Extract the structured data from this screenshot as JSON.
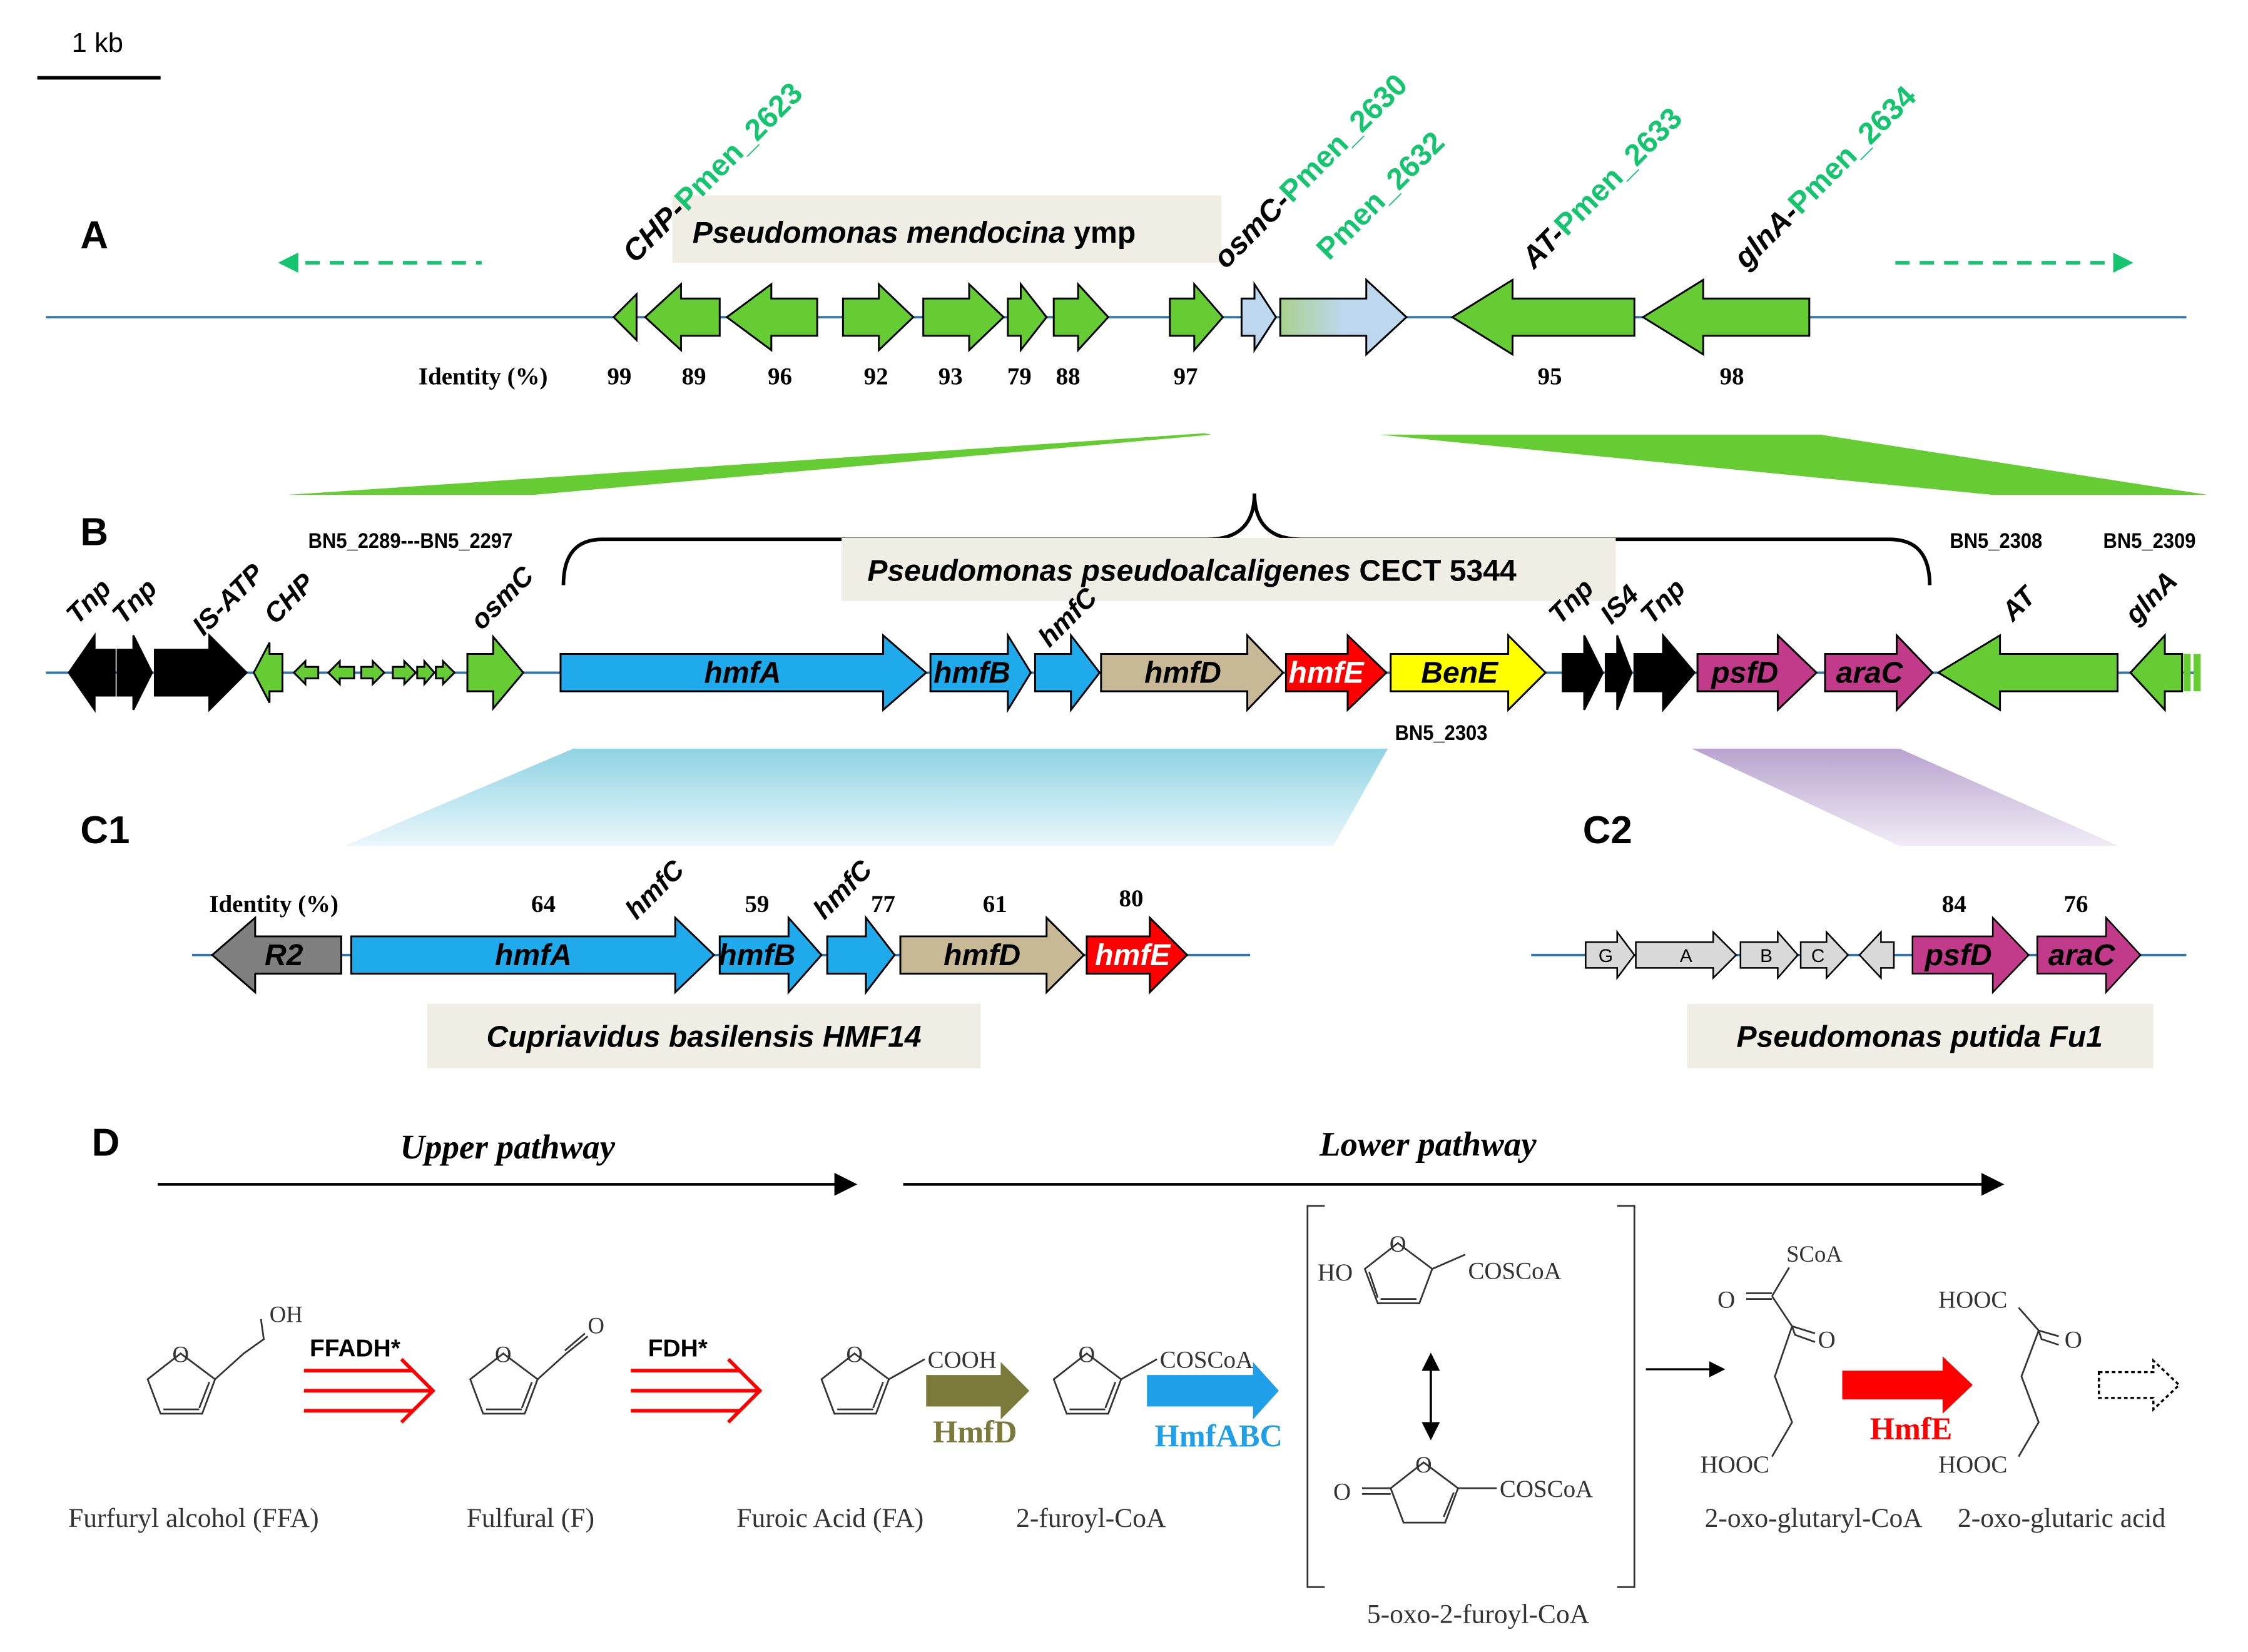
{
  "scale": {
    "label": "1 kb"
  },
  "panels": {
    "a": "A",
    "b": "B",
    "c1": "C1",
    "c2": "C2",
    "d": "D"
  },
  "colors": {
    "green": "#66cc33",
    "blue": "#1eaaeb",
    "tan": "#c7b896",
    "red": "#ff0000",
    "yellow": "#ffff00",
    "magenta": "#c23b8a",
    "black": "#000000",
    "grey": "#7f7f7f",
    "lightgrey": "#d9d9d9",
    "label_green": "#14c46e",
    "box_bg": "#efede4",
    "line_blue": "#2e75b6"
  },
  "panel_a": {
    "species": "Pseudomonas mendocina",
    "strain": " ymp",
    "identity_label": "Identity (%)",
    "identities": [
      "99",
      "89",
      "96",
      "92",
      "93",
      "79",
      "88",
      "97",
      "95",
      "98"
    ],
    "tags": {
      "chp_pre": "CHP-",
      "chp_id": "Pmen_2623",
      "osmc_pre": "osmC-",
      "osmc_id": "Pmen_2630",
      "p2632": "Pmen_2632",
      "at_pre": "AT-",
      "at_id": "Pmen_2633",
      "glna_pre": "glnA-",
      "glna_id": "Pmen_2634"
    }
  },
  "panel_b": {
    "species": "Pseudomonas pseudoalcaligenes",
    "strain": " CECT 5344",
    "range_label": "BN5_2289---BN5_2297",
    "bn2308": "BN5_2308",
    "bn2309": "BN5_2309",
    "bn2303": "BN5_2303",
    "genes": {
      "tnp1": "Tnp",
      "tnp2": "Tnp",
      "isatp": "IS-ATP",
      "chp": "CHP",
      "osmc": "osmC",
      "hmfa": "hmfA",
      "hmfb": "hmfB",
      "hmfc": "hmfC",
      "hmfd": "hmfD",
      "hmfe": "hmfE",
      "bene": "BenE",
      "tnp3": "Tnp",
      "is4": "IS4",
      "tnp4": "Tnp",
      "psfd": "psfD",
      "arac": "araC",
      "at": "AT",
      "glna": "glnA"
    }
  },
  "panel_c1": {
    "species": "Cupriavidus basilensis HMF14",
    "identity_label": "Identity (%)",
    "identities": {
      "hmfa": "64",
      "hmfb": "59",
      "hmfc": "77",
      "hmfd": "61",
      "hmfe": "80"
    },
    "genes": {
      "r2": "R2",
      "hmfa": "hmfA",
      "hmfc1": "hmfC",
      "hmfb": "hmfB",
      "hmfc2": "hmfC",
      "hmfd": "hmfD",
      "hmfe": "hmfE"
    }
  },
  "panel_c2": {
    "species": "Pseudomonas putida Fu1",
    "identities": {
      "psfd": "84",
      "arac": "76"
    },
    "genes": {
      "g": "G",
      "a": "A",
      "b": "B",
      "c": "C",
      "psfd": "psfD",
      "arac": "araC"
    }
  },
  "panel_d": {
    "upper": "Upper pathway",
    "lower": "Lower pathway",
    "ffadh": "FFADH*",
    "fdh": "FDH*",
    "hmfd": "HmfD",
    "hmfabc": "HmfABC",
    "hmfe": "HmfE",
    "groups": {
      "oh": "OH",
      "o": "O",
      "cooh": "COOH",
      "coscoa": "COSCoA",
      "ho": "HO",
      "scoa": "SCoA",
      "hooc": "HOOC"
    },
    "compounds": {
      "ffa": "Furfuryl alcohol (FFA)",
      "f": "Fulfural (F)",
      "fa": "Furoic Acid (FA)",
      "furoylcoa": "2-furoyl-CoA",
      "oxofuroyl": "5-oxo-2-furoyl-CoA",
      "oxoglutarylcoa": "2-oxo-glutaryl-CoA",
      "oxoglutaric": "2-oxo-glutaric acid"
    }
  }
}
